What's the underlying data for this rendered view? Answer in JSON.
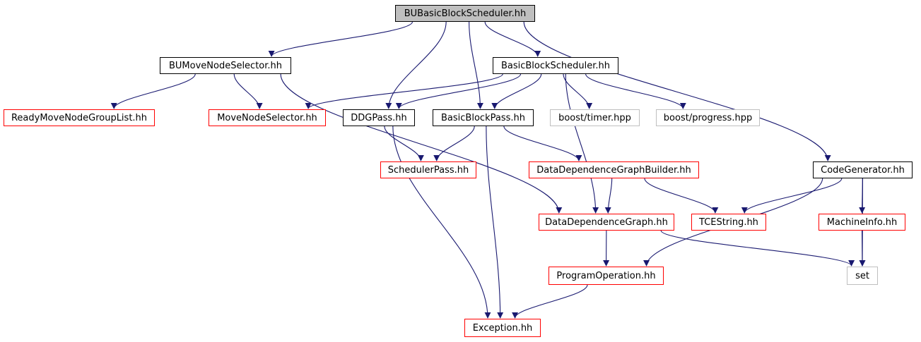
{
  "diagram": {
    "edge_color": "#191970",
    "colors": {
      "root_fill": "#bfbfbf",
      "red_border": "#ff0000",
      "gray_border": "#bfbfbf",
      "black_border": "#000000"
    },
    "nodes": [
      {
        "id": "root",
        "label": "BUBasicBlockScheduler.hh",
        "style": "root"
      },
      {
        "id": "bumns",
        "label": "BUMoveNodeSelector.hh",
        "style": "black"
      },
      {
        "id": "bbs",
        "label": "BasicBlockScheduler.hh",
        "style": "black"
      },
      {
        "id": "rmngl",
        "label": "ReadyMoveNodeGroupList.hh",
        "style": "red"
      },
      {
        "id": "mns",
        "label": "MoveNodeSelector.hh",
        "style": "red"
      },
      {
        "id": "ddgpass",
        "label": "DDGPass.hh",
        "style": "black"
      },
      {
        "id": "bbpass",
        "label": "BasicBlockPass.hh",
        "style": "black"
      },
      {
        "id": "timer",
        "label": "boost/timer.hpp",
        "style": "gray"
      },
      {
        "id": "progress",
        "label": "boost/progress.hpp",
        "style": "gray"
      },
      {
        "id": "schedpass",
        "label": "SchedulerPass.hh",
        "style": "red"
      },
      {
        "id": "ddgb",
        "label": "DataDependenceGraphBuilder.hh",
        "style": "red"
      },
      {
        "id": "codegen",
        "label": "CodeGenerator.hh",
        "style": "black"
      },
      {
        "id": "ddg",
        "label": "DataDependenceGraph.hh",
        "style": "red"
      },
      {
        "id": "tcestring",
        "label": "TCEString.hh",
        "style": "red"
      },
      {
        "id": "machineinfo",
        "label": "MachineInfo.hh",
        "style": "red"
      },
      {
        "id": "progop",
        "label": "ProgramOperation.hh",
        "style": "red"
      },
      {
        "id": "set",
        "label": "set",
        "style": "gray"
      },
      {
        "id": "exception",
        "label": "Exception.hh",
        "style": "red"
      }
    ],
    "edges": [
      [
        "root",
        "bumns"
      ],
      [
        "root",
        "bbs"
      ],
      [
        "root",
        "ddgpass"
      ],
      [
        "root",
        "bbpass"
      ],
      [
        "root",
        "codegen"
      ],
      [
        "bumns",
        "rmngl"
      ],
      [
        "bumns",
        "mns"
      ],
      [
        "bumns",
        "ddg"
      ],
      [
        "bbs",
        "mns"
      ],
      [
        "bbs",
        "ddgpass"
      ],
      [
        "bbs",
        "bbpass"
      ],
      [
        "bbs",
        "timer"
      ],
      [
        "bbs",
        "progress"
      ],
      [
        "bbs",
        "ddg"
      ],
      [
        "ddgpass",
        "schedpass"
      ],
      [
        "ddgpass",
        "exception"
      ],
      [
        "bbpass",
        "schedpass"
      ],
      [
        "bbpass",
        "ddgb"
      ],
      [
        "bbpass",
        "exception"
      ],
      [
        "ddgb",
        "ddg"
      ],
      [
        "ddgb",
        "tcestring"
      ],
      [
        "codegen",
        "tcestring"
      ],
      [
        "codegen",
        "machineinfo"
      ],
      [
        "codegen",
        "progop"
      ],
      [
        "codegen",
        "set"
      ],
      [
        "ddg",
        "progop"
      ],
      [
        "ddg",
        "set"
      ],
      [
        "machineinfo",
        "set"
      ],
      [
        "progop",
        "exception"
      ]
    ]
  }
}
